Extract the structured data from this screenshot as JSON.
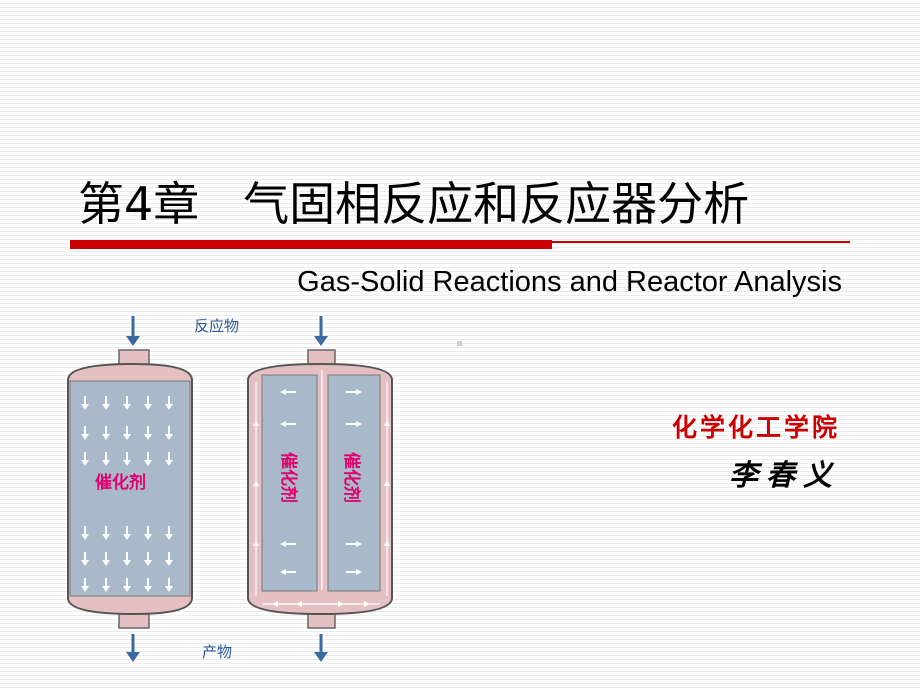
{
  "slide": {
    "title": "第4章   气固相反应和反应器分析",
    "subtitle": "Gas-Solid Reactions and Reactor Analysis",
    "organization": "化学化工学院",
    "author": "李春义"
  },
  "diagram": {
    "reactant_label": "反应物",
    "product_label": "产物",
    "catalyst_label_left": "催化剂",
    "catalyst_label_mid_a": "催化剂",
    "catalyst_label_mid_b": "催化剂"
  },
  "colors": {
    "accent_red": "#cc0000",
    "reactor_shell": "#e4c0c2",
    "catalyst_bed": "#a9b9ca",
    "flow_arrow": "#3a6aa0",
    "label_blue": "#2a5a9a",
    "catalyst_text": "#e0006e"
  }
}
